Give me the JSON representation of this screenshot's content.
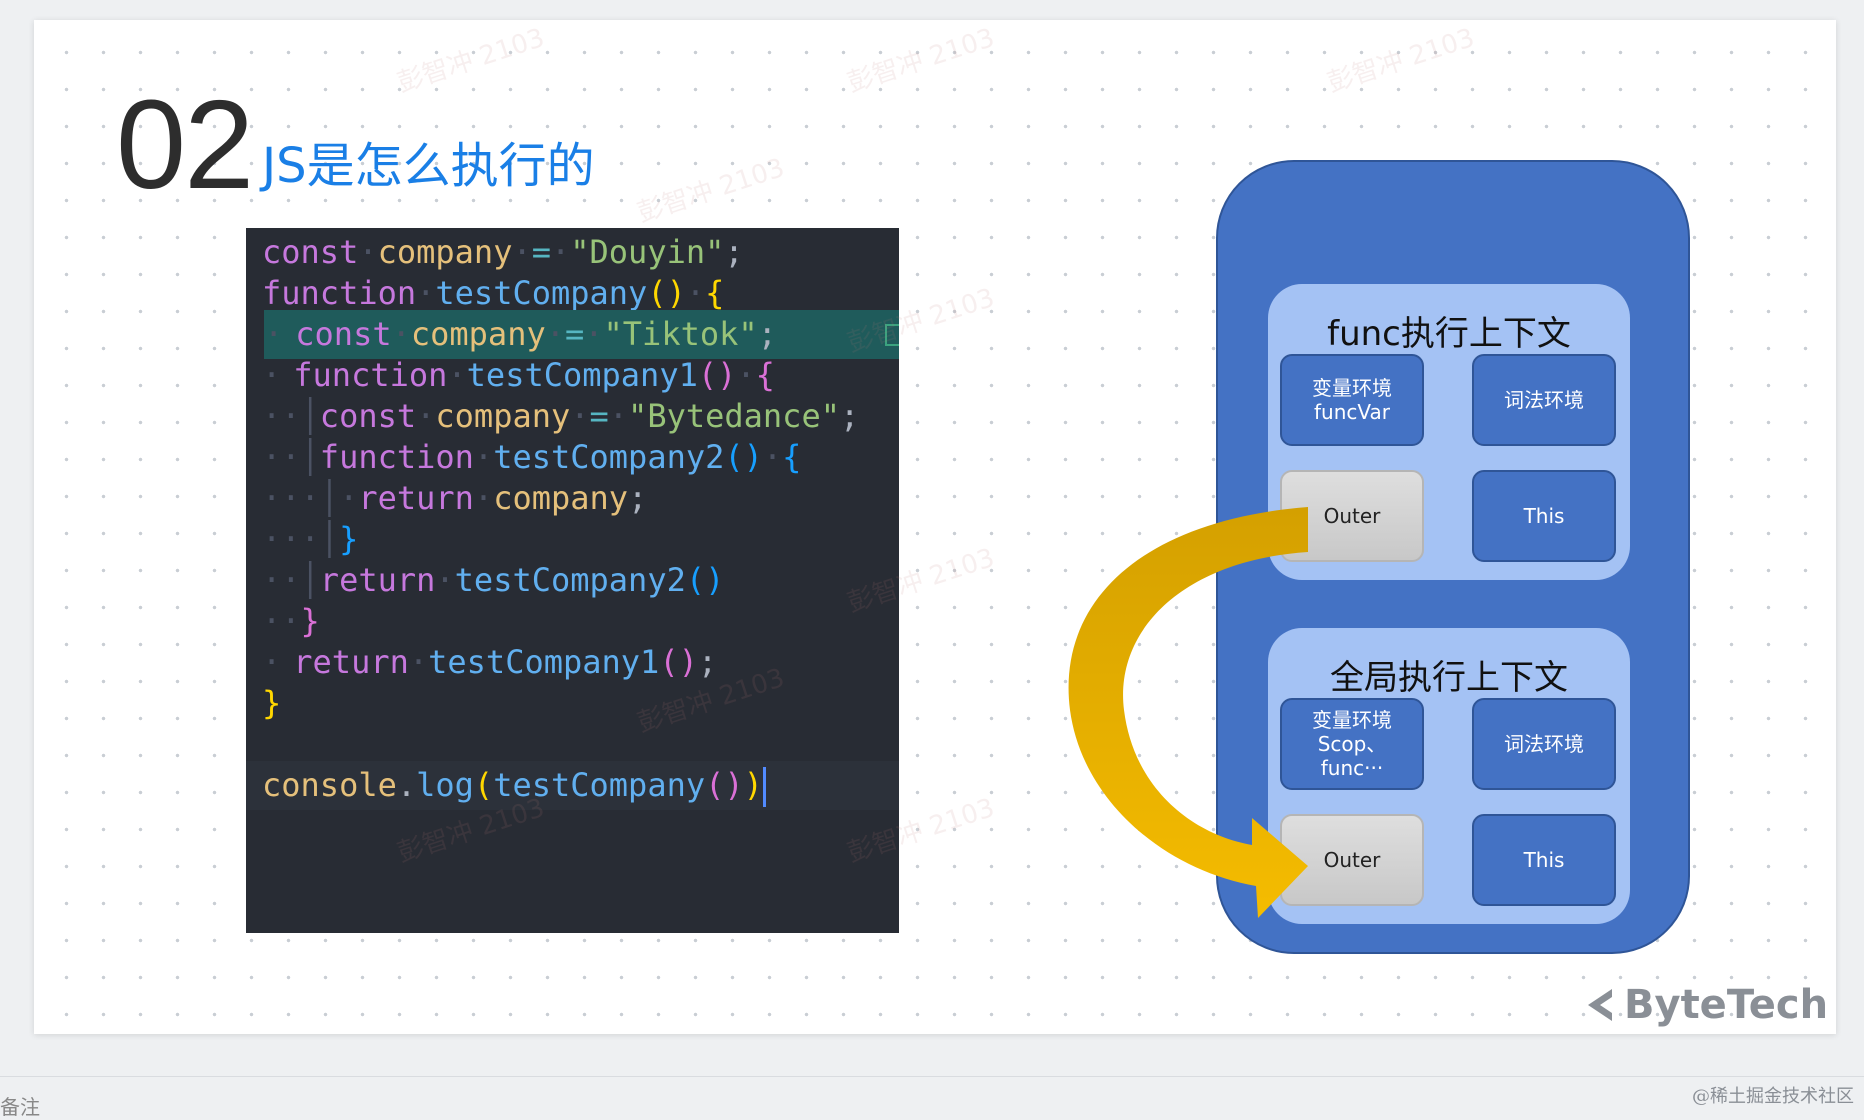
{
  "slide": {
    "number": "02",
    "title": "JS是怎么执行的",
    "code_lines": [
      "const company = \"Douyin\";",
      "function testCompany() {",
      "  const company = \"Tiktok\";",
      "  function testCompany1() {",
      "    const company = \"Bytedance\";",
      "    function testCompany2() {",
      "      return company;",
      "    }",
      "    return testCompany2()",
      "  }",
      "  return testCompany1();",
      "}",
      "",
      "console.log(testCompany())"
    ],
    "highlighted_line": 3
  },
  "diagram": {
    "func_context": {
      "title": "func执行上下文",
      "variable_env": [
        "变量环境",
        "funcVar"
      ],
      "lexical_env": "词法环境",
      "outer": "Outer",
      "this": "This"
    },
    "global_context": {
      "title": "全局执行上下文",
      "variable_env": [
        "变量环境",
        "Scop、",
        "func···"
      ],
      "lexical_env": "词法环境",
      "outer": "Outer",
      "this": "This"
    }
  },
  "logo_text": "ByteTech",
  "watermark_text": "彭智冲 2103",
  "credit": "@稀土掘金技术社区",
  "bottom_label": "备注",
  "colors": {
    "title_blue": "#1a7fe6",
    "diagram_blue": "#4472c4",
    "context_light_blue": "#a4c2f4",
    "arrow_gold": "#f0b400",
    "code_bg": "#282c34"
  }
}
